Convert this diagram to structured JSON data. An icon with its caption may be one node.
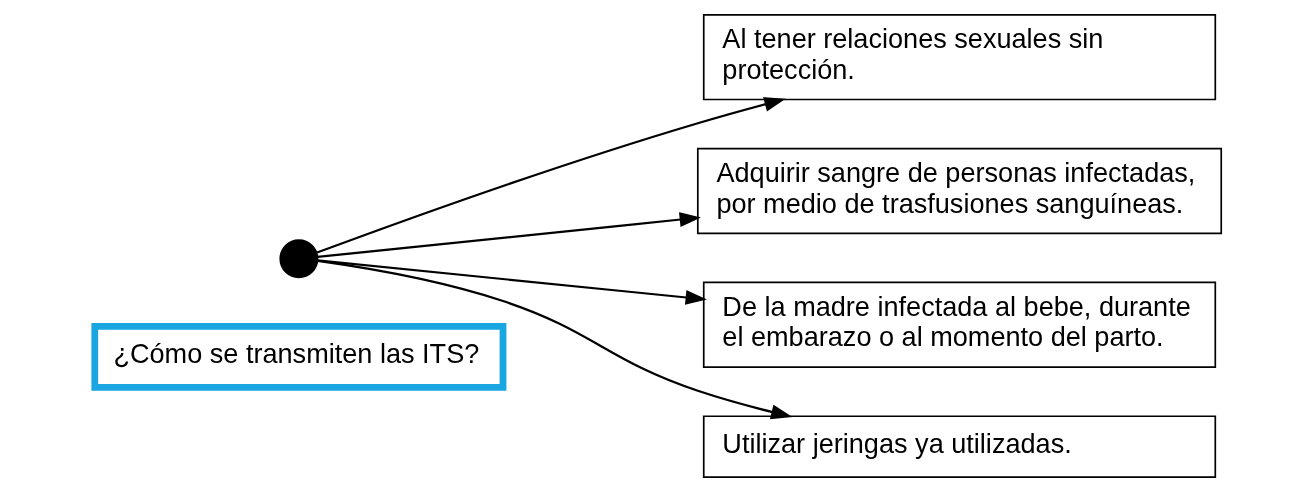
{
  "diagram": {
    "nodes": [
      {
        "text": [
          "¿Cómo se transmiten las ITS?"
        ]
      },
      {
        "text": [],
        "shape": "circle"
      },
      {
        "text": [
          "Al tener relaciones sexuales sin protección."
        ]
      },
      {
        "text": [
          "Adquirir sangre de personas infectadas, por medio de trasfusiones sanguíneas."
        ]
      },
      {
        "text": [
          "De la madre infectada al bebe, durante el embarazo o al momento del parto."
        ]
      },
      {
        "text": [
          "Utilizar jeringas ya utilizadas."
        ]
      }
    ],
    "edges": [
      {
        "from": 1,
        "to": 2,
        "arrow": "to"
      },
      {
        "from": 1,
        "to": 3,
        "arrow": "to"
      },
      {
        "from": 1,
        "to": 4,
        "arrow": "to"
      },
      {
        "from": 1,
        "to": 5,
        "arrow": "to"
      }
    ]
  }
}
